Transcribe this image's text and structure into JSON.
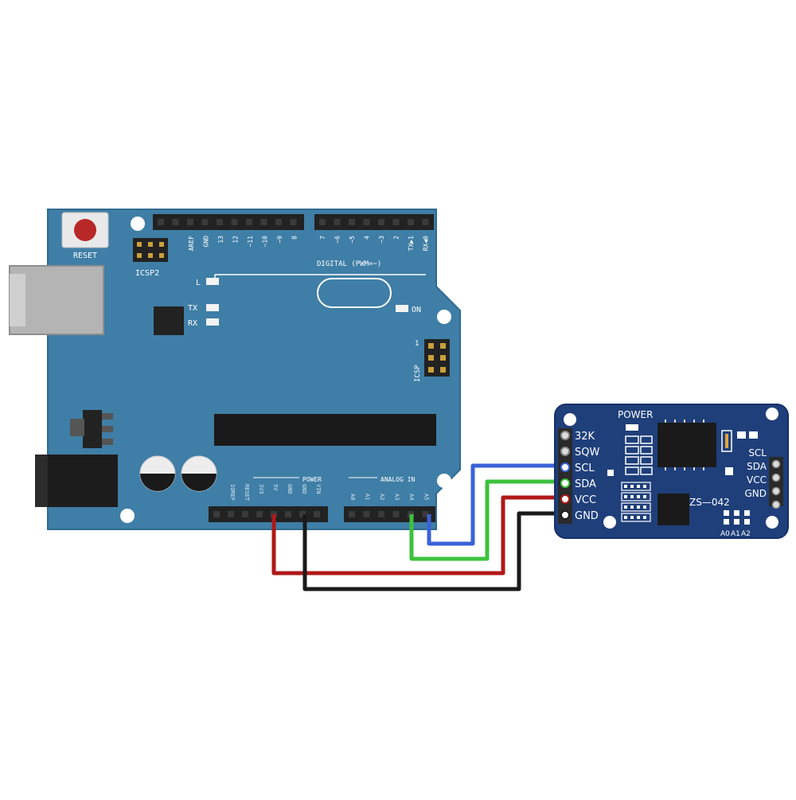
{
  "arduino": {
    "reset_label": "RESET",
    "icsp2_label": "ICSP2",
    "icsp_label": "ICSP",
    "icsp_pin1": "1",
    "digital_label": "DIGITAL (PWM=~)",
    "digital_pins": [
      "AREF",
      "GND",
      "13",
      "12",
      "~11",
      "~10",
      "~9",
      "8",
      "7",
      "~6",
      "~5",
      "4",
      "~3",
      "2",
      "TX▶1",
      "RX◀0"
    ],
    "led_l": "L",
    "led_tx": "TX",
    "led_rx": "RX",
    "led_on": "ON",
    "power_label": "POWER",
    "power_pins": [
      "IOREF",
      "RESET",
      "3V3",
      "5V",
      "GND",
      "GND",
      "VIN"
    ],
    "analog_label": "ANALOG IN",
    "analog_pins": [
      "A0",
      "A1",
      "A2",
      "A3",
      "A4",
      "A5"
    ]
  },
  "rtc": {
    "power_label": "POWER",
    "model_label": "ZS—042",
    "left_pins": [
      "32K",
      "SQW",
      "SCL",
      "SDA",
      "VCC",
      "GND"
    ],
    "right_pins": [
      "SCL",
      "SDA",
      "VCC",
      "GND"
    ],
    "addr_pins": [
      "A0",
      "A1",
      "A2"
    ]
  },
  "wires": [
    {
      "from": "5V",
      "to": "VCC",
      "color": "#b01818"
    },
    {
      "from": "GND",
      "to": "GND",
      "color": "#1a1a1a"
    },
    {
      "from": "A4",
      "to": "SDA",
      "color": "#3cc23c"
    },
    {
      "from": "A5",
      "to": "SCL",
      "color": "#3a62d8"
    }
  ],
  "colors": {
    "board": "#3f7ea6",
    "board_edge": "#2f6a90",
    "rtc_board": "#1f3f7a",
    "header": "#222222"
  }
}
